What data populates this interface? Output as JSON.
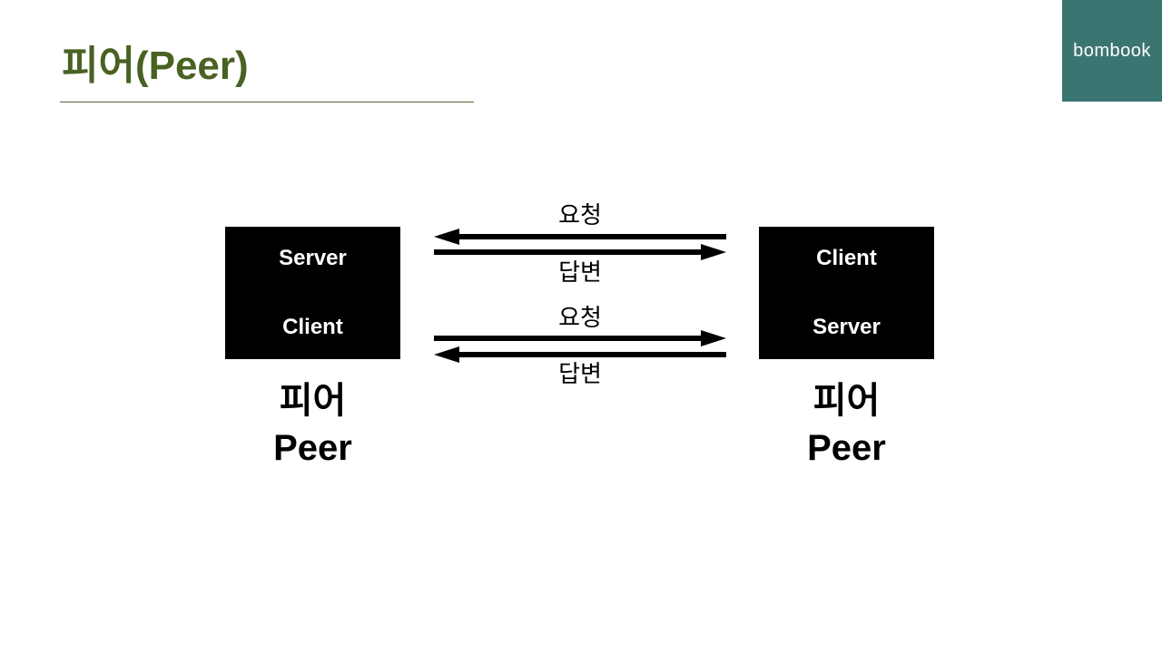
{
  "slide": {
    "title": "피어(Peer)",
    "logo_text": "bombook"
  },
  "colors": {
    "title_green": "#486222",
    "logo_teal": "#3b7572",
    "box_fill": "#000000",
    "box_text": "#ffffff",
    "arrow": "#000000"
  },
  "diagram": {
    "left_peer": {
      "role_top": "Server",
      "role_bottom": "Client",
      "caption_ko": "피어",
      "caption_en": "Peer"
    },
    "right_peer": {
      "role_top": "Client",
      "role_bottom": "Server",
      "caption_ko": "피어",
      "caption_en": "Peer"
    },
    "channels": [
      {
        "request_label": "요청",
        "answer_label": "답변",
        "request_direction": "left",
        "answer_direction": "right"
      },
      {
        "request_label": "요청",
        "answer_label": "답변",
        "request_direction": "right",
        "answer_direction": "left"
      }
    ]
  }
}
